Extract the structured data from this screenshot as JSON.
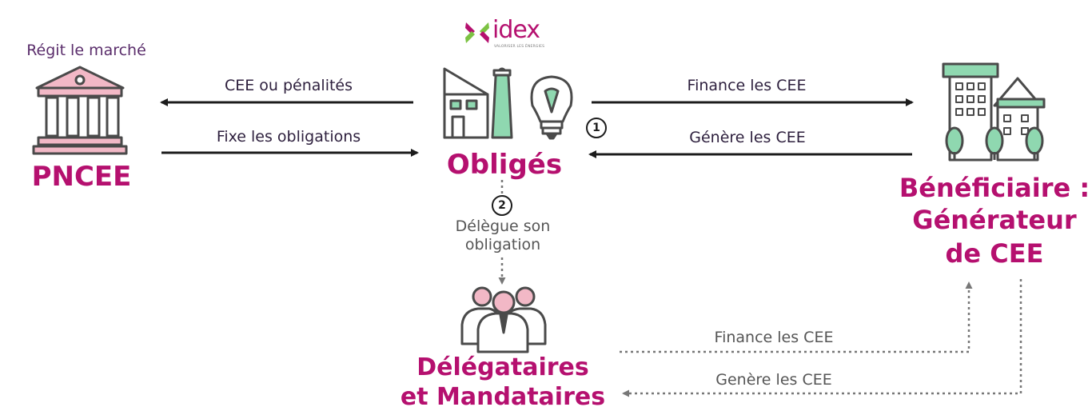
{
  "logo": {
    "word": "idex",
    "tagline": "VALORISER LES ÉNERGIES"
  },
  "nodes": {
    "pncee": {
      "caption": "Régit le marché",
      "title": "PNCEE"
    },
    "obliges": {
      "title": "Obligés"
    },
    "beneficiaire": {
      "title_line1": "Bénéficiaire :",
      "title_line2": "Générateur",
      "title_line3": "de CEE"
    },
    "delegataires": {
      "title_line1": "Délégataires",
      "title_line2": "et Mandataires"
    }
  },
  "arrows": {
    "cee_penalites": "CEE ou pénalités",
    "fixe_obligations": "Fixe les obligations",
    "finance_cee_top": "Finance les CEE",
    "genere_cee_top": "Génère les CEE",
    "delegue_line1": "Délègue son",
    "delegue_line2": "obligation",
    "finance_cee_bottom": "Finance les CEE",
    "genere_cee_bottom": "Genère les CEE"
  },
  "badges": {
    "one": "1",
    "two": "2"
  },
  "colors": {
    "magenta": "#b5106f",
    "green": "#8fd8b0",
    "pink": "#f2b8c6",
    "dark": "#2a2a2a",
    "grey": "#666666"
  }
}
